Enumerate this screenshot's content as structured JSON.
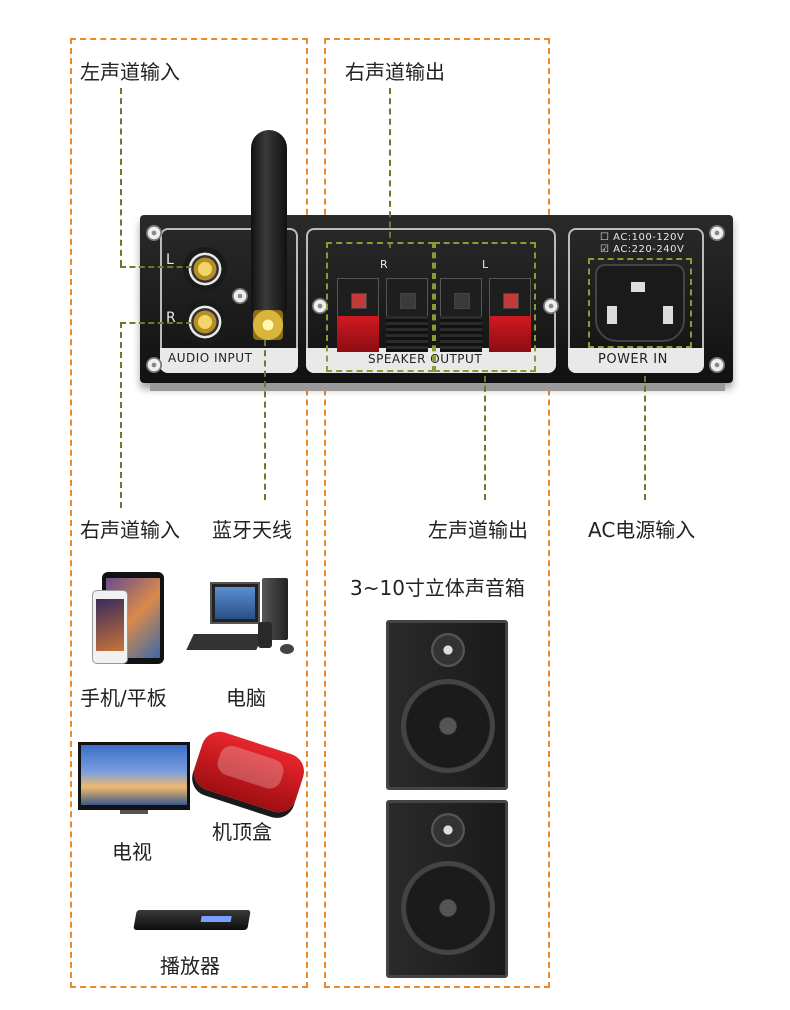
{
  "colors": {
    "dash_border": "#e8892d",
    "leader_line": "#6b7a2a",
    "chassis": "#1b1b1b",
    "terminal_red": "#d01a22"
  },
  "panel": {
    "input_L": "L",
    "input_R": "R",
    "audio_input": "AUDIO INPUT",
    "speaker_output": "SPEAKER OUTPUT",
    "term_R": "R",
    "term_L": "L",
    "ac_100": "AC:100-120V",
    "ac_220": "AC:220-240V",
    "power_in": "POWER IN"
  },
  "labels": {
    "left_ch_in": "左声道输入",
    "right_ch_out": "右声道输出",
    "right_ch_in": "右声道输入",
    "bt_antenna": "蓝牙天线",
    "left_ch_out": "左声道输出",
    "ac_power_in": "AC电源输入"
  },
  "devices": {
    "phone_tablet": "手机/平板",
    "pc": "电脑",
    "tv": "电视",
    "stb": "机顶盒",
    "player": "播放器"
  },
  "speaker_title": "3~10寸立体声音箱"
}
